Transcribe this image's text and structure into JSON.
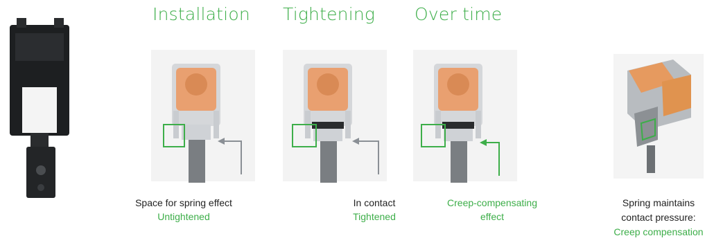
{
  "colors": {
    "accent": "#3dae49",
    "arrow_gray": "#8a8f95",
    "text": "#222222"
  },
  "stages": [
    {
      "title": "Installation"
    },
    {
      "title": "Tightening"
    },
    {
      "title": "Over time"
    }
  ],
  "captions": {
    "installation": {
      "line1": "Space for spring effect",
      "line2": "Untightened"
    },
    "tightening": {
      "line1": "In contact",
      "line2": "Tightened"
    },
    "over_time": {
      "line1": "Creep-compensating",
      "line2": "effect"
    },
    "result": {
      "line1": "Spring maintains",
      "line2": "contact pressure:",
      "line3": "Creep compensation"
    }
  }
}
